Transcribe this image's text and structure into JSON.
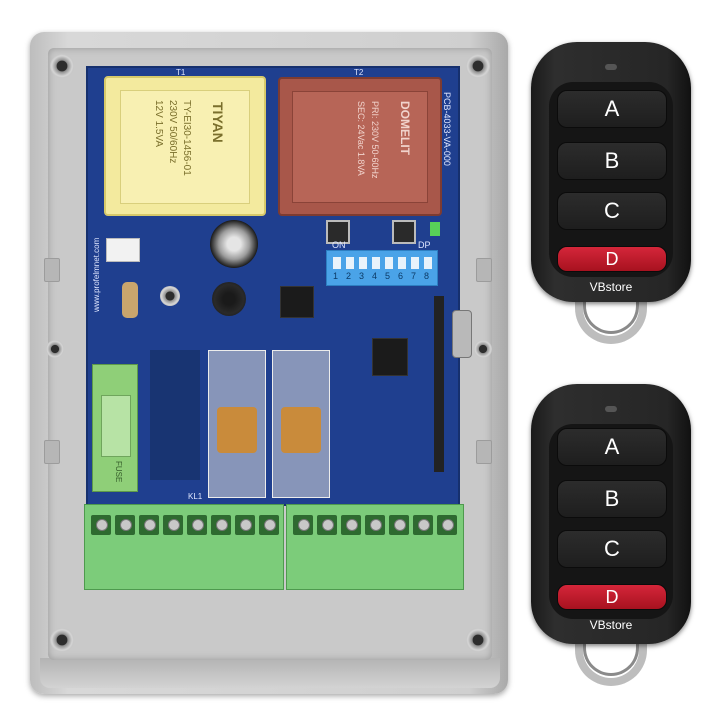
{
  "photo": {
    "pcb": {
      "website": "www.profelmnet.com",
      "transformer_labels": {
        "t1": "T1",
        "t2": "T2"
      },
      "yellow_transformer": {
        "brand": "TIYAN",
        "model": "TY-EI30-1456-01",
        "rating": "230V 50/60Hz",
        "output": "12V 1.5VA"
      },
      "red_transformer": {
        "brand": "DOMELIT",
        "rating": "PRI: 230V 50-60Hz",
        "output": "SEC: 24Vac 1.8VA"
      },
      "board_id": "PCB-4033-VA-000",
      "dip_switch": {
        "left_label": "ON",
        "right_label": "DP",
        "numbers": [
          "1",
          "2",
          "3",
          "4",
          "5",
          "6",
          "7",
          "8"
        ]
      },
      "fuse_label": "FUSE",
      "relay_label": "KL1"
    },
    "remotes": [
      {
        "buttons": [
          "A",
          "B",
          "C",
          "D"
        ],
        "brand": "VBstore"
      },
      {
        "buttons": [
          "A",
          "B",
          "C",
          "D"
        ],
        "brand": "VBstore"
      }
    ],
    "colors": {
      "pcb": "#1f3f8f",
      "yellow_transformer": "#f3ea9e",
      "red_transformer": "#a8574a",
      "dip_switch": "#4aa3e8",
      "terminal_block": "#7ccc7a",
      "remote_body": "#262626",
      "remote_red_button": "#d5263a",
      "enclosure": "#cfcfcf"
    }
  }
}
